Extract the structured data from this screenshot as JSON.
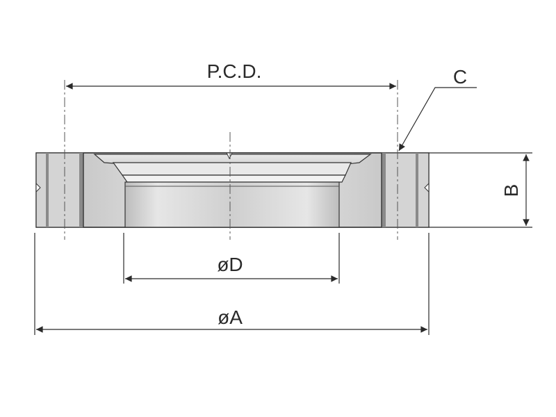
{
  "drawing": {
    "type": "flange cross-section technical drawing",
    "labels": {
      "pcd": "P.C.D.",
      "c": "C",
      "b": "B",
      "d": "øD",
      "a": "øA"
    },
    "colors": {
      "line": "#2a2a2a",
      "body_light": "#d9d9d9",
      "body_mid": "#bdbdbd",
      "body_dark": "#8f8f8f"
    }
  }
}
